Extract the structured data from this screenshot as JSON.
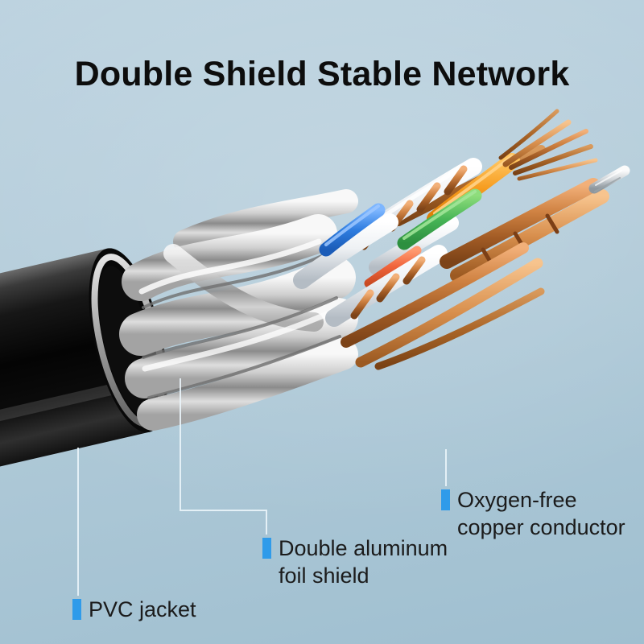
{
  "title": "Double Shield Stable Network",
  "labels": {
    "pvc": "PVC jacket",
    "foil": "Double aluminum\nfoil shield",
    "copper": "Oxygen-free\ncopper conductor"
  },
  "colors": {
    "marker_blue": "#2f9bea",
    "title": "#0d0d0d",
    "label_text": "#1b1b1b",
    "background_top": "#bdd3e0",
    "background_bottom": "#9fbfd0",
    "cable_jacket": "#0a0a0a",
    "foil_silver": "#c9c9c9",
    "copper": "#c07a3c",
    "wire_blue": "#2f7de0",
    "wire_orange": "#f59a1c",
    "wire_green": "#47b556",
    "wire_red": "#e05a2b",
    "wire_white": "#eef1f4"
  }
}
